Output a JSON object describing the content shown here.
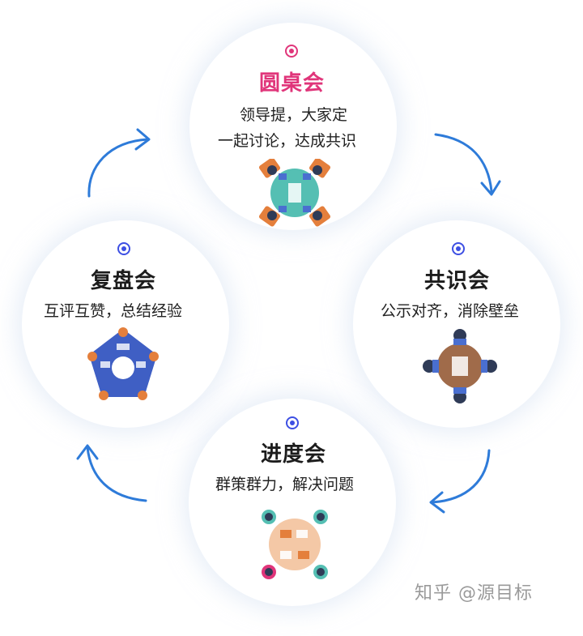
{
  "colors": {
    "accent_pink": "#e0357a",
    "accent_blue": "#3d4fe3",
    "arrow_blue": "#2e7bd9",
    "title_dark": "#1c1c1c"
  },
  "nodes": {
    "top": {
      "title": "圆桌会",
      "line1": "领导提，大家定",
      "line2": "一起讨论，达成共识",
      "icon": "round-table-meeting-icon"
    },
    "right": {
      "title": "共识会",
      "line1": "公示对齐，消除壁垒",
      "icon": "consensus-meeting-icon"
    },
    "bottom": {
      "title": "进度会",
      "line1": "群策群力，解决问题",
      "icon": "progress-meeting-icon"
    },
    "left": {
      "title": "复盘会",
      "line1": "互评互赞，总结经验",
      "icon": "review-meeting-icon"
    }
  },
  "watermark": "知乎 @源目标"
}
